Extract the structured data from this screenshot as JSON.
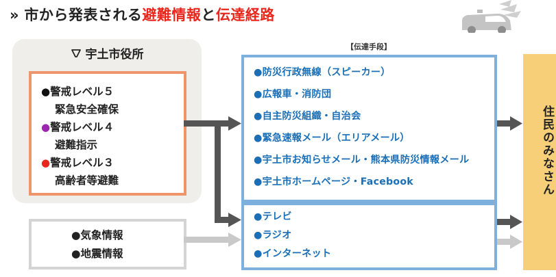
{
  "title": {
    "chevron": "»",
    "part1": "市から発表される",
    "part2": "避難情報",
    "part3": "と",
    "part4": "伝達経路"
  },
  "city_hall": {
    "label": "宇土市役所",
    "alerts": [
      {
        "dot": "●",
        "dot_color": "#111111",
        "level": "警戒レベル５",
        "action": "緊急安全確保"
      },
      {
        "dot": "●",
        "dot_color": "#9b27b0",
        "level": "警戒レベル４",
        "action": "避難指示"
      },
      {
        "dot": "●",
        "dot_color": "#e8261c",
        "level": "警戒レベル３",
        "action": "高齢者等避難"
      }
    ]
  },
  "other_sources": [
    "●気象情報",
    "●地震情報"
  ],
  "means_label": "【伝達手段】",
  "main_means": [
    "●防災行政無線（スピーカー）",
    "●広報車・消防団",
    "●自主防災組織・自治会",
    "●緊急速報メール（エリアメール）",
    "●宇土市お知らせメール・熊本県防災情報メール",
    "●宇土市ホームページ・Facebook"
  ],
  "media_means": [
    "●テレビ",
    "●ラジオ",
    "●インターネット"
  ],
  "residents": "住民のみなさん",
  "colors": {
    "accent_red": "#e8261c",
    "orange_border": "#f0956a",
    "blue_border": "#7db0dc",
    "blue_text": "#1a6fb6",
    "residents_bg": "#f6cf78",
    "dark_arrow": "#555555",
    "light_arrow": "#c9c9c9"
  },
  "icons": {
    "city_hall_icon": "bell-outline-icon",
    "van": "broadcast-van-icon"
  }
}
